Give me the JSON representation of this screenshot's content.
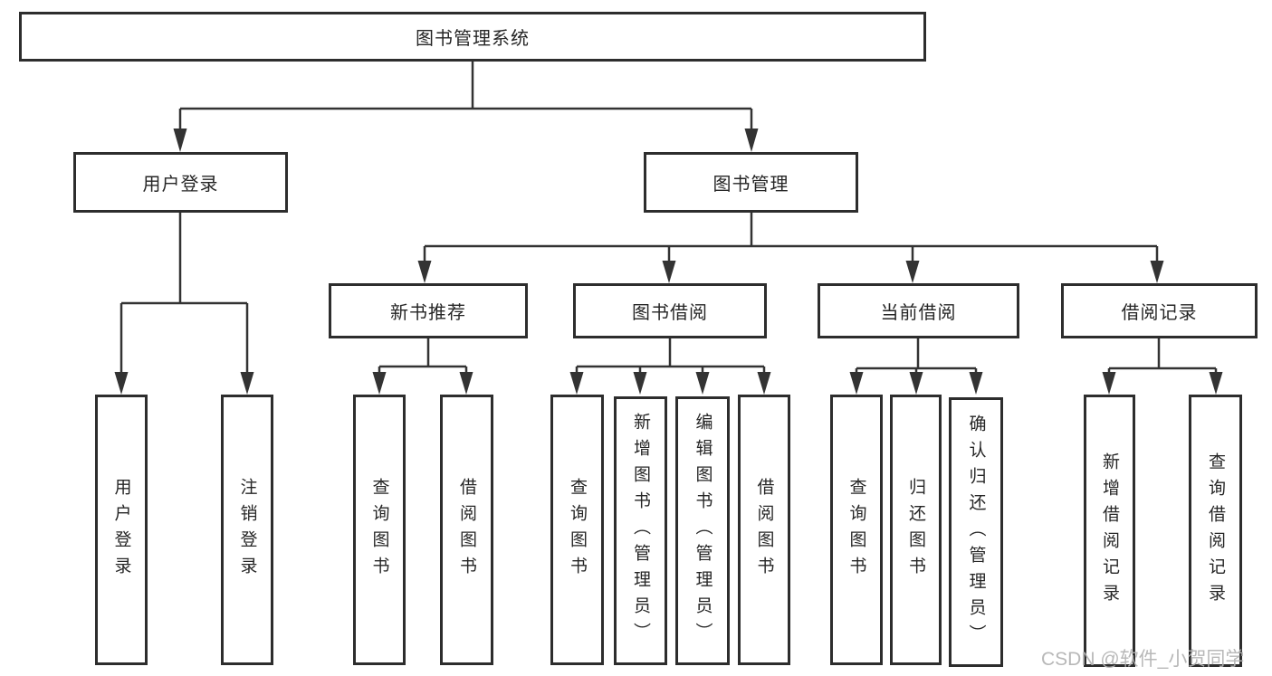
{
  "tree": {
    "label": "图书管理系统",
    "children": [
      {
        "label": "用户登录",
        "children": [
          {
            "label": "用户登录"
          },
          {
            "label": "注销登录"
          }
        ]
      },
      {
        "label": "图书管理",
        "children": [
          {
            "label": "新书推荐",
            "children": [
              {
                "label": "查询图书"
              },
              {
                "label": "借阅图书"
              }
            ]
          },
          {
            "label": "图书借阅",
            "children": [
              {
                "label": "查询图书"
              },
              {
                "label": "新增图书（管理员）"
              },
              {
                "label": "编辑图书（管理员）"
              },
              {
                "label": "借阅图书"
              }
            ]
          },
          {
            "label": "当前借阅",
            "children": [
              {
                "label": "查询图书"
              },
              {
                "label": "归还图书"
              },
              {
                "label": "确认归还（管理员）"
              }
            ]
          },
          {
            "label": "借阅记录",
            "children": [
              {
                "label": "新增借阅记录"
              },
              {
                "label": "查询借阅记录"
              }
            ]
          }
        ]
      }
    ]
  },
  "watermark": {
    "text": "CSDN @软件_小贺同学"
  },
  "colors": {
    "background": "#ffffff",
    "line": "#333333",
    "box_border": "#2d2d2d",
    "text": "#262626",
    "watermark": "#b2b2b2"
  }
}
